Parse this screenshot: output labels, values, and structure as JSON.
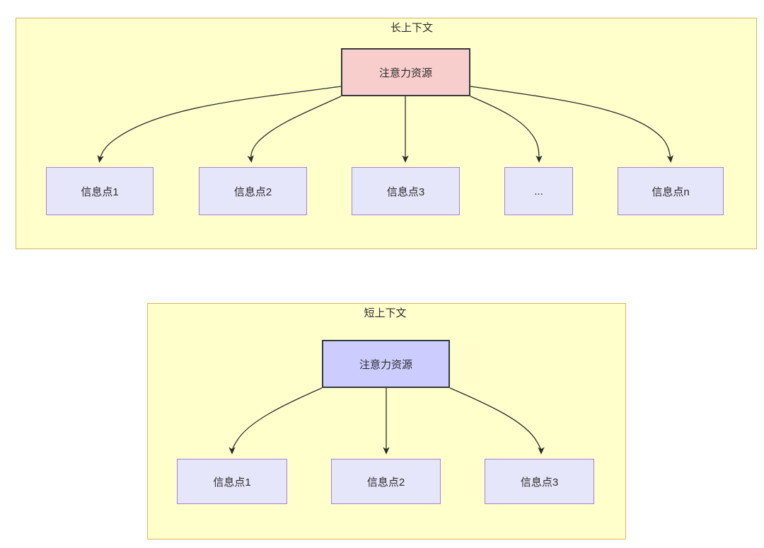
{
  "diagram": {
    "title_long": "长上下文",
    "title_short": "短上下文",
    "colors": {
      "group_fill": "#ffffcc",
      "group_border": "#d6b656",
      "root_long_fill": "#f8cecc",
      "root_short_fill": "#ccccff",
      "root_border": "#36393d",
      "leaf_fill": "#e6e6fa",
      "leaf_border": "#a97fd6",
      "edge": "#2b2b2b",
      "text": "#2b2b2b"
    }
  },
  "long_context": {
    "title": "长上下文",
    "root": {
      "label": "注意力资源"
    },
    "leaves": [
      {
        "label": "信息点1"
      },
      {
        "label": "信息点2"
      },
      {
        "label": "信息点3"
      },
      {
        "label": "..."
      },
      {
        "label": "信息点n"
      }
    ]
  },
  "short_context": {
    "title": "短上下文",
    "root": {
      "label": "注意力资源"
    },
    "leaves": [
      {
        "label": "信息点1"
      },
      {
        "label": "信息点2"
      },
      {
        "label": "信息点3"
      }
    ]
  }
}
